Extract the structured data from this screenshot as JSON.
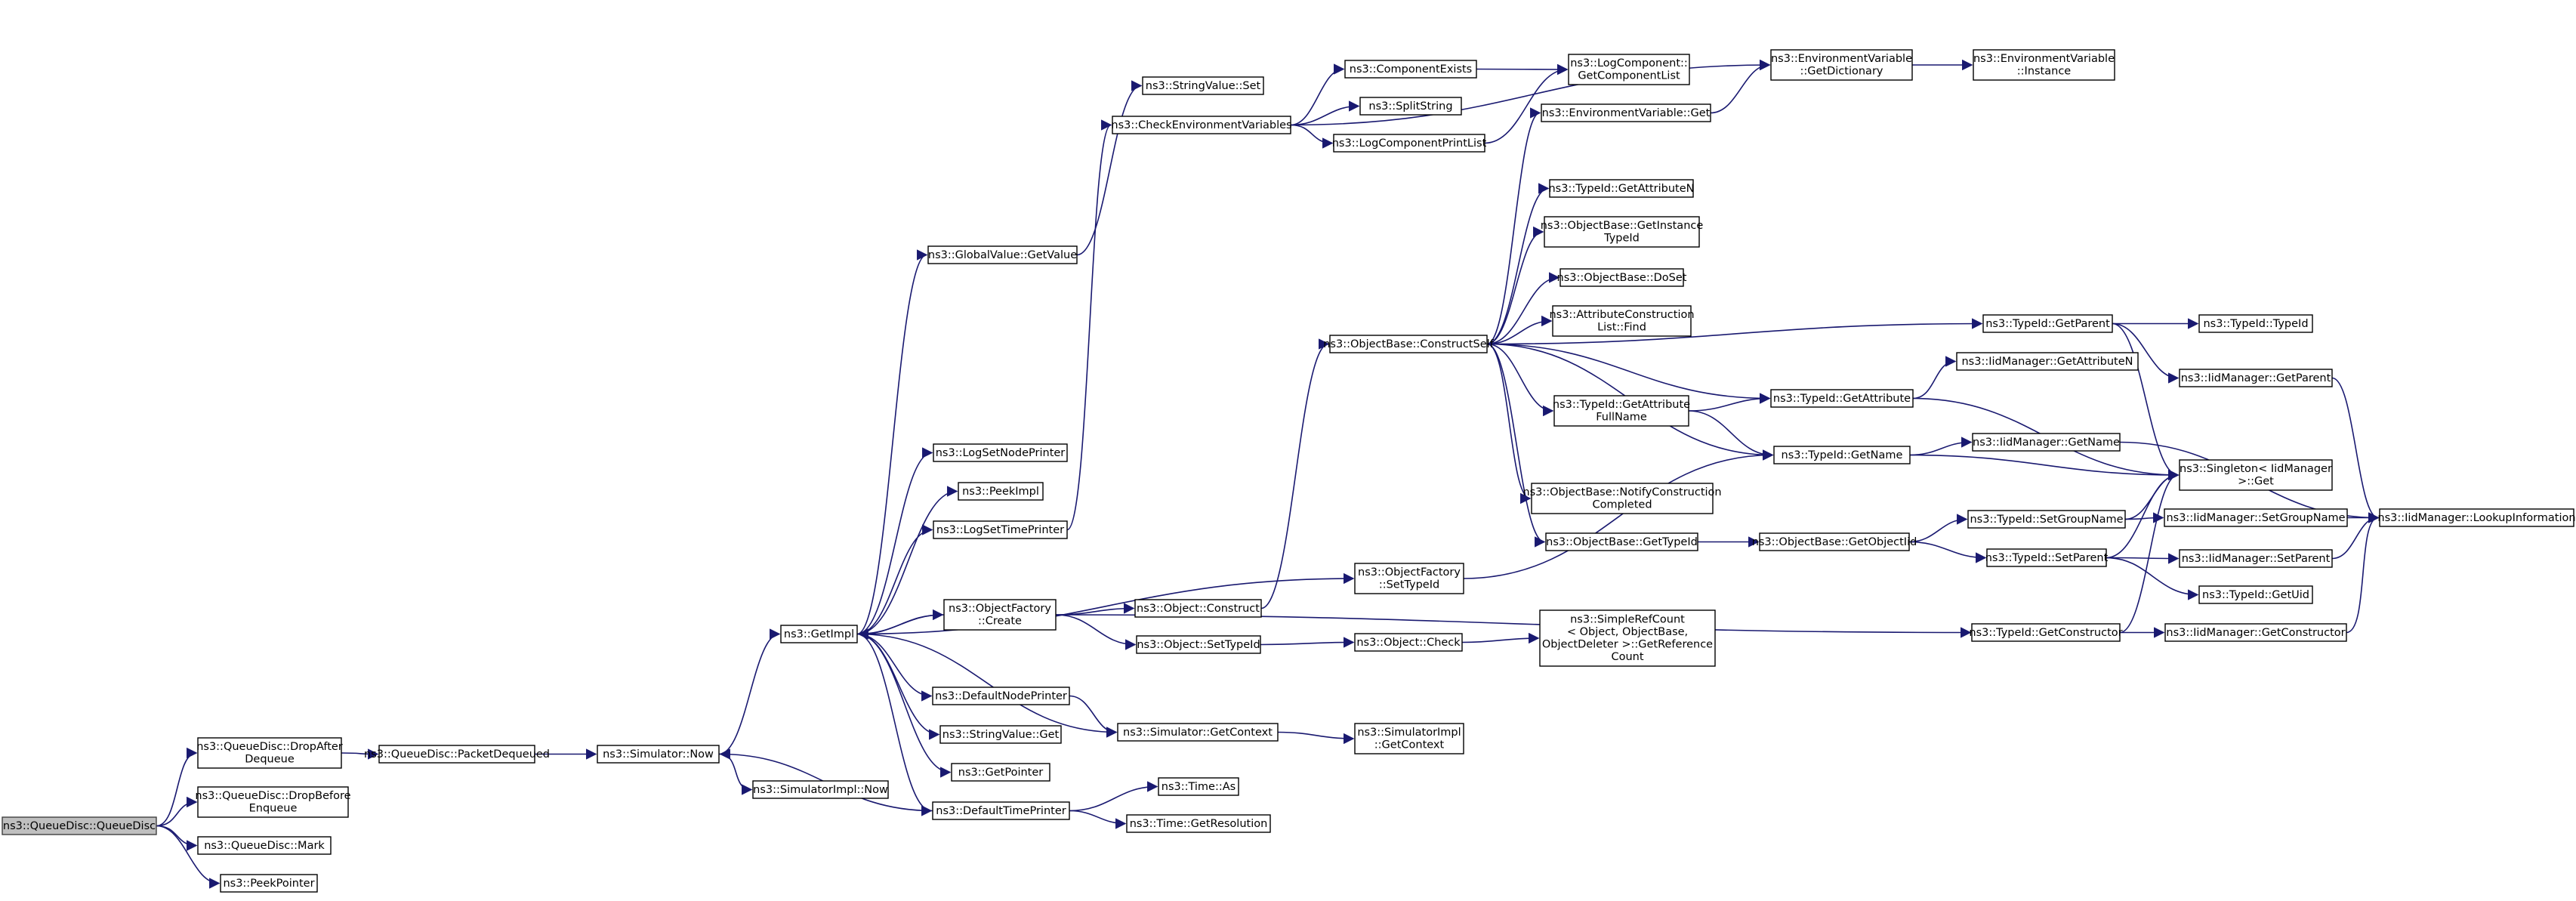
{
  "graph": {
    "nodes": [
      {
        "id": "root",
        "lines": [
          "ns3::QueueDisc::QueueDisc"
        ],
        "root": true
      },
      {
        "id": "dropAfter",
        "lines": [
          "ns3::QueueDisc::DropAfter",
          "Dequeue"
        ]
      },
      {
        "id": "dropBefore",
        "lines": [
          "ns3::QueueDisc::DropBefore",
          "Enqueue"
        ]
      },
      {
        "id": "mark",
        "lines": [
          "ns3::QueueDisc::Mark"
        ]
      },
      {
        "id": "peekPointer",
        "lines": [
          "ns3::PeekPointer"
        ]
      },
      {
        "id": "packetDequeued",
        "lines": [
          "ns3::QueueDisc::PacketDequeued"
        ]
      },
      {
        "id": "simNow",
        "lines": [
          "ns3::Simulator::Now"
        ]
      },
      {
        "id": "simImplNow",
        "lines": [
          "ns3::SimulatorImpl::Now"
        ]
      },
      {
        "id": "getImpl",
        "lines": [
          "ns3::GetImpl"
        ]
      },
      {
        "id": "gvGetValue",
        "lines": [
          "ns3::GlobalValue::GetValue"
        ]
      },
      {
        "id": "strValSet",
        "lines": [
          "ns3::StringValue::Set"
        ]
      },
      {
        "id": "checkEnv",
        "lines": [
          "ns3::CheckEnvironmentVariables"
        ]
      },
      {
        "id": "compExists",
        "lines": [
          "ns3::ComponentExists"
        ]
      },
      {
        "id": "splitString",
        "lines": [
          "ns3::SplitString"
        ]
      },
      {
        "id": "logCompPrintList",
        "lines": [
          "ns3::LogComponentPrintList"
        ]
      },
      {
        "id": "logCompGetList",
        "lines": [
          "ns3::LogComponent::",
          "GetComponentList"
        ]
      },
      {
        "id": "envGetDict",
        "lines": [
          "ns3::EnvironmentVariable",
          "::GetDictionary"
        ]
      },
      {
        "id": "envInstance",
        "lines": [
          "ns3::EnvironmentVariable",
          "::Instance"
        ]
      },
      {
        "id": "envGet",
        "lines": [
          "ns3::EnvironmentVariable::Get"
        ]
      },
      {
        "id": "logSetNodePrinter",
        "lines": [
          "ns3::LogSetNodePrinter"
        ]
      },
      {
        "id": "peekImpl",
        "lines": [
          "ns3::PeekImpl"
        ]
      },
      {
        "id": "logSetTimePrinter",
        "lines": [
          "ns3::LogSetTimePrinter"
        ]
      },
      {
        "id": "objFactCreate",
        "lines": [
          "ns3::ObjectFactory",
          "::Create"
        ]
      },
      {
        "id": "defaultNodePrinter",
        "lines": [
          "ns3::DefaultNodePrinter"
        ]
      },
      {
        "id": "strValGet",
        "lines": [
          "ns3::StringValue::Get"
        ]
      },
      {
        "id": "getPointer",
        "lines": [
          "ns3::GetPointer"
        ]
      },
      {
        "id": "defaultTimePrinter",
        "lines": [
          "ns3::DefaultTimePrinter"
        ]
      },
      {
        "id": "objConstruct",
        "lines": [
          "ns3::Object::Construct"
        ]
      },
      {
        "id": "objSetTypeId",
        "lines": [
          "ns3::Object::SetTypeId"
        ]
      },
      {
        "id": "simGetContext",
        "lines": [
          "ns3::Simulator::GetContext"
        ]
      },
      {
        "id": "timeAs",
        "lines": [
          "ns3::Time::As"
        ]
      },
      {
        "id": "timeGetRes",
        "lines": [
          "ns3::Time::GetResolution"
        ]
      },
      {
        "id": "objFactSetTypeId",
        "lines": [
          "ns3::ObjectFactory",
          "::SetTypeId"
        ]
      },
      {
        "id": "objCheck",
        "lines": [
          "ns3::Object::Check"
        ]
      },
      {
        "id": "simImplGetContext",
        "lines": [
          "ns3::SimulatorImpl",
          "::GetContext"
        ]
      },
      {
        "id": "constructSelf",
        "lines": [
          "ns3::ObjectBase::ConstructSelf"
        ]
      },
      {
        "id": "tidGetAttrN",
        "lines": [
          "ns3::TypeId::GetAttributeN"
        ]
      },
      {
        "id": "obGetInstTid",
        "lines": [
          "ns3::ObjectBase::GetInstance",
          "TypeId"
        ]
      },
      {
        "id": "obDoSet",
        "lines": [
          "ns3::ObjectBase::DoSet"
        ]
      },
      {
        "id": "attrConstrFind",
        "lines": [
          "ns3::AttributeConstruction",
          "List::Find"
        ]
      },
      {
        "id": "tidGetAttrFullName",
        "lines": [
          "ns3::TypeId::GetAttribute",
          "FullName"
        ]
      },
      {
        "id": "obNotifyConstr",
        "lines": [
          "ns3::ObjectBase::NotifyConstruction",
          "Completed"
        ]
      },
      {
        "id": "obGetTypeId",
        "lines": [
          "ns3::ObjectBase::GetTypeId"
        ]
      },
      {
        "id": "simpleRefCount",
        "lines": [
          "ns3::SimpleRefCount",
          "< Object, ObjectBase,",
          "ObjectDeleter >::GetReference",
          "Count"
        ]
      },
      {
        "id": "obGetObjectIid",
        "lines": [
          "ns3::ObjectBase::GetObjectIid"
        ]
      },
      {
        "id": "tidGetAttr",
        "lines": [
          "ns3::TypeId::GetAttribute"
        ]
      },
      {
        "id": "tidGetName",
        "lines": [
          "ns3::TypeId::GetName"
        ]
      },
      {
        "id": "tidGetParent",
        "lines": [
          "ns3::TypeId::GetParent"
        ]
      },
      {
        "id": "iidMgrGetAttrN",
        "lines": [
          "ns3::IidManager::GetAttributeN"
        ]
      },
      {
        "id": "iidMgrGetName",
        "lines": [
          "ns3::IidManager::GetName"
        ]
      },
      {
        "id": "tidSetGroupName",
        "lines": [
          "ns3::TypeId::SetGroupName"
        ]
      },
      {
        "id": "tidSetParent",
        "lines": [
          "ns3::TypeId::SetParent"
        ]
      },
      {
        "id": "tidGetConstructor",
        "lines": [
          "ns3::TypeId::GetConstructor"
        ]
      },
      {
        "id": "tidTypeId",
        "lines": [
          "ns3::TypeId::TypeId"
        ]
      },
      {
        "id": "iidMgrGetParent",
        "lines": [
          "ns3::IidManager::GetParent"
        ]
      },
      {
        "id": "singletonGet",
        "lines": [
          "ns3::Singleton< IidManager",
          ">::Get"
        ]
      },
      {
        "id": "iidMgrSetGroupName",
        "lines": [
          "ns3::IidManager::SetGroupName"
        ]
      },
      {
        "id": "iidMgrSetParent",
        "lines": [
          "ns3::IidManager::SetParent"
        ]
      },
      {
        "id": "tidGetUid",
        "lines": [
          "ns3::TypeId::GetUid"
        ]
      },
      {
        "id": "iidMgrGetConstructor",
        "lines": [
          "ns3::IidManager::GetConstructor"
        ]
      },
      {
        "id": "iidMgrLookup",
        "lines": [
          "ns3::IidManager::LookupInformation"
        ]
      }
    ],
    "edges": [
      [
        "root",
        "dropAfter"
      ],
      [
        "root",
        "dropBefore"
      ],
      [
        "root",
        "mark"
      ],
      [
        "root",
        "peekPointer"
      ],
      [
        "dropAfter",
        "packetDequeued"
      ],
      [
        "packetDequeued",
        "simNow"
      ],
      [
        "simNow",
        "getImpl"
      ],
      [
        "simNow",
        "simImplNow"
      ],
      [
        "getImpl",
        "gvGetValue"
      ],
      [
        "getImpl",
        "logSetNodePrinter"
      ],
      [
        "getImpl",
        "peekImpl"
      ],
      [
        "getImpl",
        "logSetTimePrinter"
      ],
      [
        "getImpl",
        "objFactSetTypeId"
      ],
      [
        "getImpl",
        "objFactCreate"
      ],
      [
        "getImpl",
        "defaultNodePrinter"
      ],
      [
        "getImpl",
        "simGetContext"
      ],
      [
        "getImpl",
        "strValGet"
      ],
      [
        "getImpl",
        "getPointer"
      ],
      [
        "getImpl",
        "defaultTimePrinter"
      ],
      [
        "gvGetValue",
        "strValSet"
      ],
      [
        "logSetTimePrinter",
        "checkEnv"
      ],
      [
        "checkEnv",
        "envGetDict"
      ],
      [
        "checkEnv",
        "compExists"
      ],
      [
        "checkEnv",
        "splitString"
      ],
      [
        "checkEnv",
        "logCompPrintList"
      ],
      [
        "compExists",
        "logCompGetList"
      ],
      [
        "logCompPrintList",
        "logCompGetList"
      ],
      [
        "envGetDict",
        "envInstance"
      ],
      [
        "envGet",
        "envGetDict"
      ],
      [
        "objFactCreate",
        "objConstruct"
      ],
      [
        "objFactCreate",
        "objSetTypeId"
      ],
      [
        "objFactCreate",
        "getImpl"
      ],
      [
        "objFactCreate",
        "tidGetConstructor"
      ],
      [
        "defaultNodePrinter",
        "simGetContext"
      ],
      [
        "simGetContext",
        "simImplGetContext"
      ],
      [
        "defaultTimePrinter",
        "simNow"
      ],
      [
        "defaultTimePrinter",
        "timeAs"
      ],
      [
        "defaultTimePrinter",
        "timeGetRes"
      ],
      [
        "objConstruct",
        "constructSelf"
      ],
      [
        "objSetTypeId",
        "objCheck"
      ],
      [
        "objCheck",
        "simpleRefCount"
      ],
      [
        "objFactSetTypeId",
        "tidGetName"
      ],
      [
        "constructSelf",
        "envGet"
      ],
      [
        "constructSelf",
        "tidGetAttrN"
      ],
      [
        "constructSelf",
        "obGetInstTid"
      ],
      [
        "constructSelf",
        "obDoSet"
      ],
      [
        "constructSelf",
        "attrConstrFind"
      ],
      [
        "constructSelf",
        "tidGetParent"
      ],
      [
        "constructSelf",
        "tidGetAttr"
      ],
      [
        "constructSelf",
        "tidGetAttrFullName"
      ],
      [
        "constructSelf",
        "tidGetName"
      ],
      [
        "constructSelf",
        "obNotifyConstr"
      ],
      [
        "constructSelf",
        "obGetTypeId"
      ],
      [
        "tidGetAttrFullName",
        "tidGetAttr"
      ],
      [
        "tidGetAttrFullName",
        "tidGetName"
      ],
      [
        "obGetTypeId",
        "obGetObjectIid"
      ],
      [
        "obGetObjectIid",
        "tidSetGroupName"
      ],
      [
        "obGetObjectIid",
        "tidSetParent"
      ],
      [
        "tidGetAttr",
        "iidMgrGetAttrN"
      ],
      [
        "tidGetAttr",
        "singletonGet"
      ],
      [
        "tidGetName",
        "iidMgrGetName"
      ],
      [
        "tidGetName",
        "singletonGet"
      ],
      [
        "tidGetParent",
        "tidTypeId"
      ],
      [
        "tidGetParent",
        "iidMgrGetParent"
      ],
      [
        "tidGetParent",
        "singletonGet"
      ],
      [
        "tidSetGroupName",
        "singletonGet"
      ],
      [
        "tidSetGroupName",
        "iidMgrSetGroupName"
      ],
      [
        "tidSetParent",
        "singletonGet"
      ],
      [
        "tidSetParent",
        "iidMgrSetParent"
      ],
      [
        "tidSetParent",
        "tidGetUid"
      ],
      [
        "tidGetConstructor",
        "singletonGet"
      ],
      [
        "tidGetConstructor",
        "iidMgrGetConstructor"
      ],
      [
        "iidMgrGetParent",
        "iidMgrLookup"
      ],
      [
        "iidMgrGetName",
        "iidMgrLookup"
      ],
      [
        "iidMgrSetGroupName",
        "iidMgrLookup"
      ],
      [
        "iidMgrSetParent",
        "iidMgrLookup"
      ],
      [
        "iidMgrGetConstructor",
        "iidMgrLookup"
      ]
    ]
  }
}
